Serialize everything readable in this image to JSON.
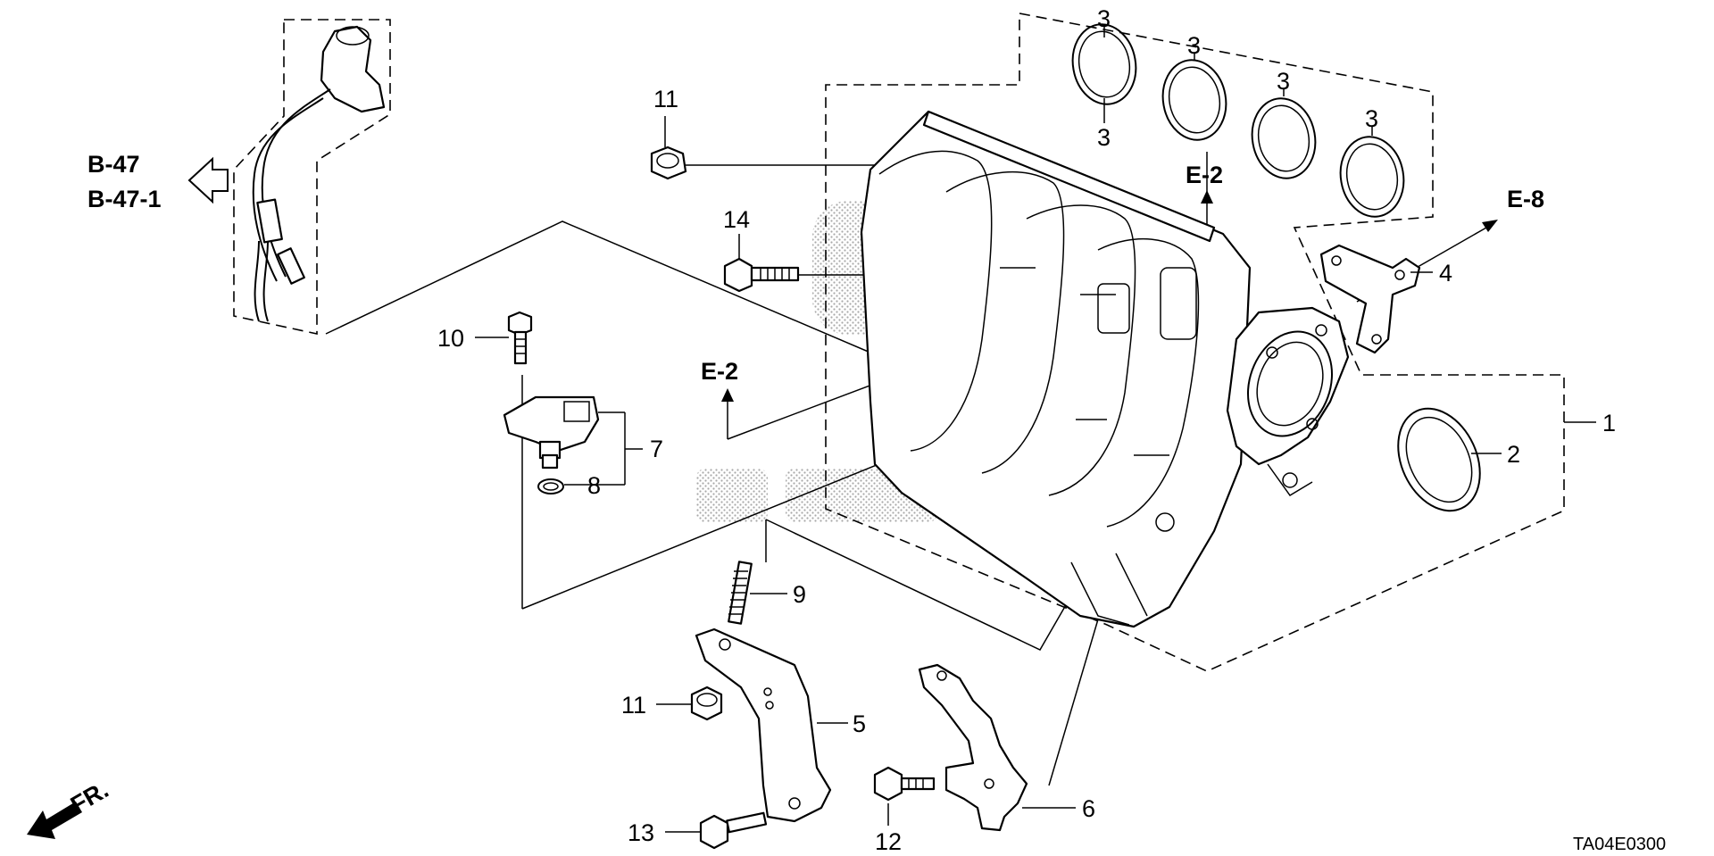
{
  "diagram_code": "TA04E0300",
  "front_marker": "FR.",
  "references": {
    "b47": "B-47",
    "b47_1": "B-47-1",
    "e2_top": "E-2",
    "e2_left": "E-2",
    "e8": "E-8"
  },
  "callouts": {
    "p1": "1",
    "p2": "2",
    "p3a": "3",
    "p3b": "3",
    "p3c": "3",
    "p3d": "3",
    "p3e": "3",
    "p4": "4",
    "p5": "5",
    "p6": "6",
    "p7": "7",
    "p8": "8",
    "p9": "9",
    "p10": "10",
    "p11a": "11",
    "p11b": "11",
    "p12": "12",
    "p13": "13",
    "p14": "14"
  }
}
